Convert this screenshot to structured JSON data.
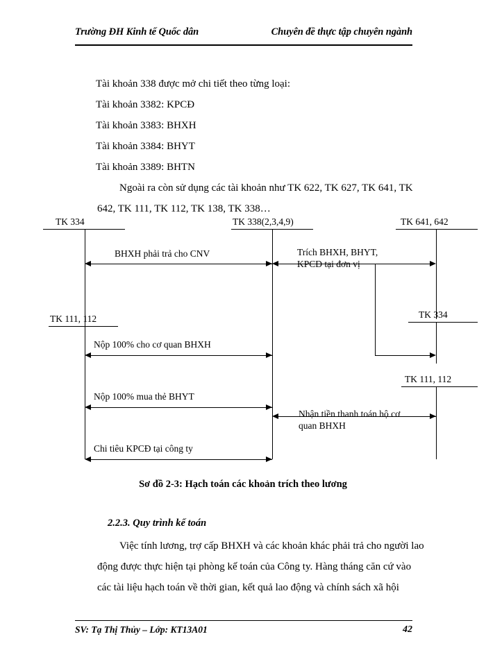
{
  "header": {
    "left": "Trường ĐH Kinh tế Quốc dân",
    "right": "Chuyên đề thực tập chuyên ngành"
  },
  "body": {
    "intro": "Tài khoản 338 được mở chi tiết theo từng loại:",
    "accounts": [
      "Tài khoản 3382: KPCĐ",
      "Tài khoản 3383: BHXH",
      "Tài khoản 3384: BHYT",
      "Tài khoản 3389: BHTN"
    ],
    "paragraph_1_line_1": "Ngoài ra còn sử dụng các tài khoản như TK 622, TK 627, TK 641, TK",
    "paragraph_1_line_2": "642, TK 111, TK 112, TK 138, TK 338…"
  },
  "diagram": {
    "accounts": {
      "tk334_top": "TK 334",
      "tk338": "TK 338(2,3,4,9)",
      "tk641_642": "TK 641, 642",
      "tk111_112_left": "TK 111, 112",
      "tk334_right": "TK 334",
      "tk111_112_right": "TK 111, 112"
    },
    "flows": {
      "bhxh_phai_tra": "BHXH phải trả cho CNV",
      "trich_line1": "Trích BHXH, BHYT,",
      "trich_line2": "KPCĐ tại đơn vị",
      "nop_bhxh": "Nộp 100% cho cơ quan BHXH",
      "nop_bhyt": "Nộp 100% mua thẻ BHYT",
      "chi_tieu": "Chi tiêu KPCĐ tại công ty",
      "nhan_tien_line1": "Nhận tiền thanh toán hộ cơ",
      "nhan_tien_line2": "quan BHXH"
    },
    "caption": "Sơ đồ 2-3: Hạch toán các khoản trích theo lương"
  },
  "section": {
    "heading": "2.2.3. Quy trình kế toán",
    "paragraph_lines": [
      "Việc tính lương, trợ cấp BHXH và các khoản khác phải trả cho người lao",
      "động được thực hiện tại phòng kế toán của Công ty. Hàng tháng căn cứ vào",
      "các tài liệu hạch toán về thời gian, kết quả lao động và chính sách xã hội"
    ]
  },
  "footer": {
    "left": "SV: Tạ Thị Thủy – Lớp: KT13A01",
    "page_number": "42"
  }
}
